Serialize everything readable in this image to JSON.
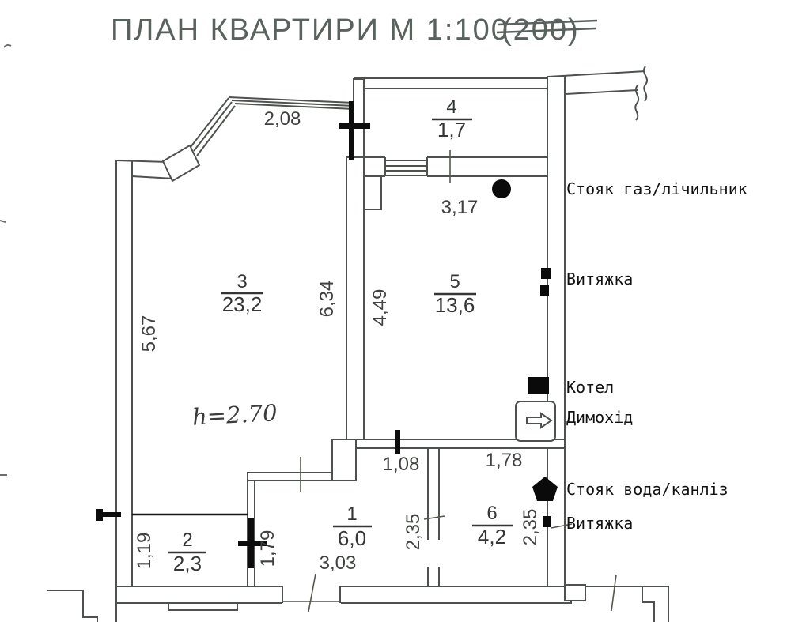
{
  "title": {
    "text": "ПЛАН КВАРТИРИ М 1:100",
    "struck": "(200)"
  },
  "rooms": [
    {
      "number": "1",
      "area": "6,0"
    },
    {
      "number": "2",
      "area": "2,3"
    },
    {
      "number": "3",
      "area": "23,2"
    },
    {
      "number": "4",
      "area": "1,7"
    },
    {
      "number": "5",
      "area": "13,6"
    },
    {
      "number": "6",
      "area": "4,2"
    }
  ],
  "height_note": "h=2.70",
  "dims": [
    {
      "value": "2,08"
    },
    {
      "value": "5,67"
    },
    {
      "value": "6,34"
    },
    {
      "value": "4,49"
    },
    {
      "value": "3,17"
    },
    {
      "value": "1,08"
    },
    {
      "value": "1,78"
    },
    {
      "value": "2,35"
    },
    {
      "value": "2,35"
    },
    {
      "value": "1,19"
    },
    {
      "value": "1,79"
    },
    {
      "value": "3,03"
    }
  ],
  "annotations": [
    {
      "label": "Стояк газ/лічильник"
    },
    {
      "label": "Витяжка"
    },
    {
      "label": "Котел"
    },
    {
      "label": "Димохід"
    },
    {
      "label": "Стояк вода/канліз"
    },
    {
      "label": "Витяжка"
    }
  ],
  "symbols": {
    "gas_riser": "filled-circle",
    "vent": "filled-square",
    "boiler": "filled-square",
    "chimney": "box-with-arrow",
    "water_sewer_riser": "filled-pentagon"
  },
  "colors": {
    "wall": "#4e524e",
    "text": "#3f423f",
    "hand_mark": "#0d0d0d",
    "title": "#5a625e"
  }
}
